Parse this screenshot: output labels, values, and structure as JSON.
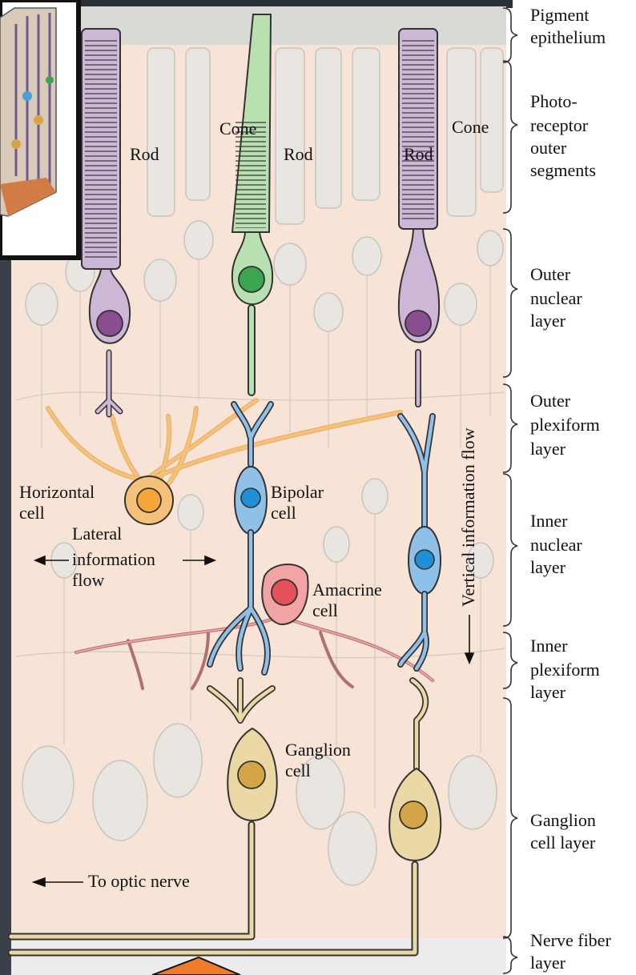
{
  "cell_labels": {
    "rod_1": "Rod",
    "cone_1": "Cone",
    "rod_2": "Rod",
    "rod_3": "Rod",
    "cone_2": "Cone",
    "horizontal": [
      "Horizontal",
      "cell"
    ],
    "bipolar": [
      "Bipolar",
      "cell"
    ],
    "amacrine": [
      "Amacrine",
      "cell"
    ],
    "ganglion": [
      "Ganglion",
      "cell"
    ]
  },
  "flow_labels": {
    "lateral": [
      "Lateral",
      "information",
      "flow"
    ],
    "vertical": "Vertical information flow",
    "optic_nerve": "To optic nerve"
  },
  "layer_labels": [
    {
      "id": "pigment-epithelium",
      "lines": [
        "Pigment",
        "epithelium"
      ]
    },
    {
      "id": "photoreceptor-outer-segments",
      "lines": [
        "Photo-",
        "receptor",
        "outer",
        "segments"
      ]
    },
    {
      "id": "outer-nuclear-layer",
      "lines": [
        "Outer",
        "nuclear",
        "layer"
      ]
    },
    {
      "id": "outer-plexiform-layer",
      "lines": [
        "Outer",
        "plexiform",
        "layer"
      ]
    },
    {
      "id": "inner-nuclear-layer",
      "lines": [
        "Inner",
        "nuclear",
        "layer"
      ]
    },
    {
      "id": "inner-plexiform-layer",
      "lines": [
        "Inner",
        "plexiform",
        "layer"
      ]
    },
    {
      "id": "ganglion-cell-layer",
      "lines": [
        "Ganglion",
        "cell layer"
      ]
    },
    {
      "id": "nerve-fiber-layer",
      "lines": [
        "Nerve fiber",
        "layer"
      ]
    }
  ],
  "colors": {
    "background_tissue": "#f7e4d6",
    "rod": "#cdb7d6",
    "rod_nucleus": "#8a4d8f",
    "cone": "#b9e0b0",
    "cone_nucleus": "#3aa651",
    "bipolar": "#8fc1e8",
    "bipolar_nucleus": "#1f8fd6",
    "horizontal": "#f6c27a",
    "horizontal_nucleus": "#f6a638",
    "amacrine": "#f2a3a3",
    "amacrine_nucleus": "#e5505a",
    "ganglion": "#ead9a5",
    "ganglion_nucleus": "#d4a546",
    "inset_frame": "#111111",
    "left_panel": "#3a3f4a"
  }
}
